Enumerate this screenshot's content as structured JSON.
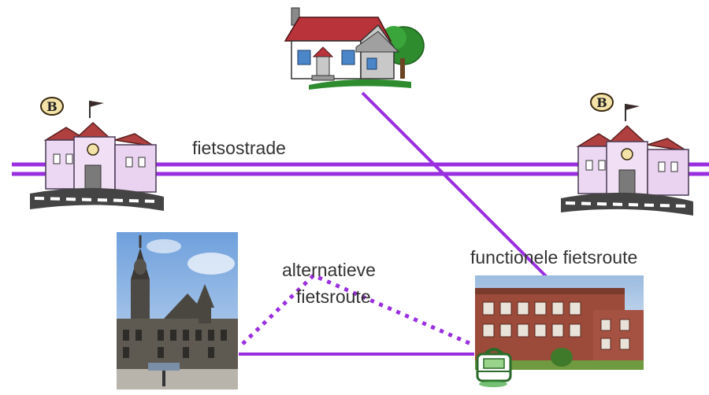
{
  "labels": {
    "fietsostrade": "fietsostrade",
    "functional_route": "functionele fietsroute",
    "alternative_line1": "alternatieve",
    "alternative_line2": "fietsroute",
    "station_badge_left": "B",
    "station_badge_right": "B"
  },
  "colors": {
    "route": "#9a2fe0",
    "text": "#333333",
    "station_wall": "#ecd8f2",
    "station_roof": "#b04040",
    "house_roof": "#b8333a",
    "school_brick": "#9c4a3a"
  },
  "icons": {
    "left_station": "train-station-icon",
    "right_station": "train-station-icon",
    "house": "house-icon",
    "city": "city-photo",
    "school": "school-photo",
    "bag": "school-bag-icon"
  }
}
